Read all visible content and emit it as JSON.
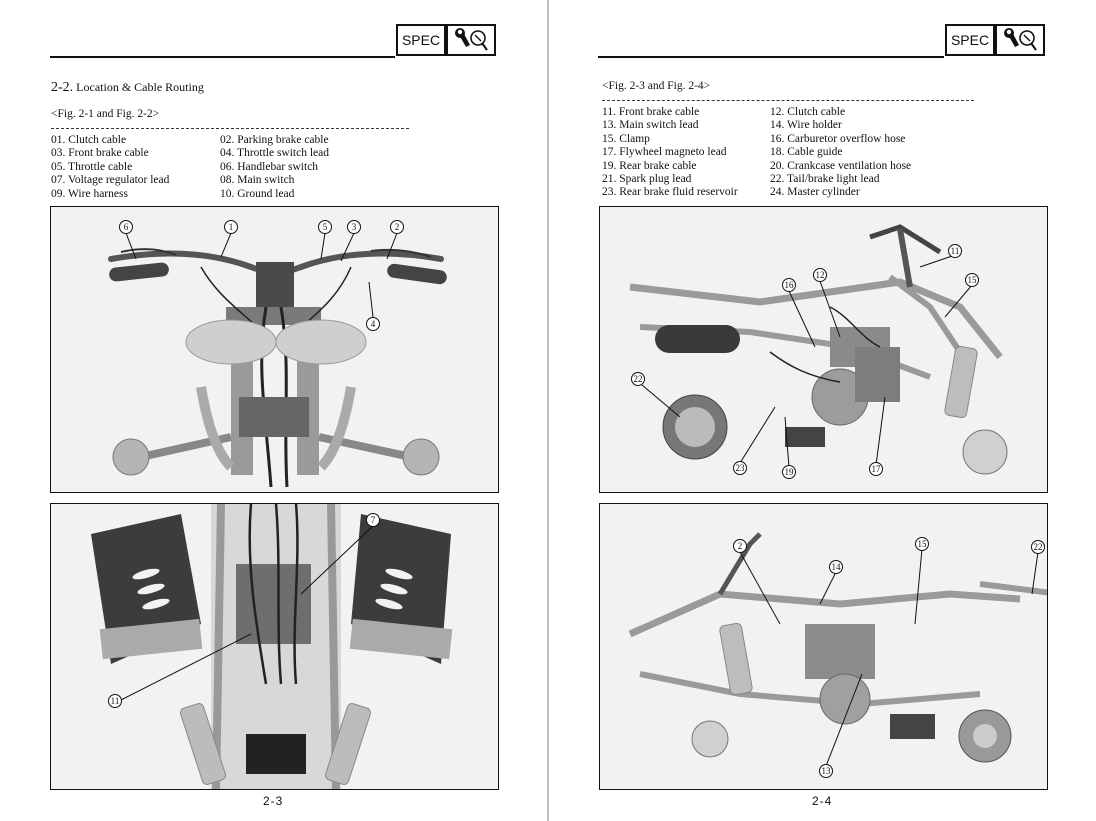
{
  "header": {
    "spec_label": "SPEC",
    "tool_icon": "wrench-screwdriver-icon"
  },
  "left_page": {
    "section_number": "2-2.",
    "section_title": "Location & Cable Routing",
    "fig_ref": "<Fig. 2-1 and Fig. 2-2>",
    "legend_col1": [
      "01. Clutch cable",
      "03. Front brake cable",
      "05. Throttle cable",
      "07. Voltage regulator lead",
      "09. Wire harness"
    ],
    "legend_col2": [
      "02. Parking brake cable",
      "04. Throttle switch lead",
      "06. Handlebar switch",
      "08. Main switch",
      "10. Ground lead"
    ],
    "fig1_callouts": [
      "6",
      "1",
      "5",
      "3",
      "2",
      "4"
    ],
    "fig2_callouts": [
      "7",
      "11"
    ],
    "page_number": "2-3"
  },
  "right_page": {
    "fig_ref": "<Fig. 2-3 and Fig. 2-4>",
    "legend_col1": [
      "11. Front brake cable",
      "13. Main switch lead",
      "15. Clamp",
      "17. Flywheel magneto lead",
      "19. Rear brake cable",
      "21. Spark plug lead",
      "23. Rear brake fluid reservoir"
    ],
    "legend_col2": [
      "12. Clutch cable",
      "14. Wire holder",
      "16. Carburetor overflow hose",
      "18. Cable guide",
      "20. Crankcase ventilation hose",
      "22. Tail/brake light lead",
      "24. Master cylinder"
    ],
    "fig3_callouts": [
      "11",
      "16",
      "12",
      "15",
      "22",
      "23",
      "19",
      "17"
    ],
    "fig4_callouts": [
      "2",
      "15",
      "22",
      "14",
      "13"
    ],
    "page_number": "2-4"
  }
}
